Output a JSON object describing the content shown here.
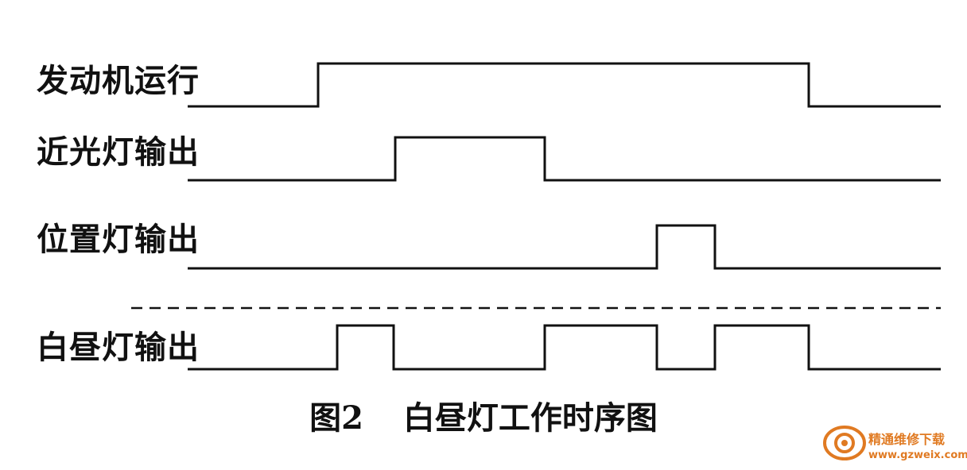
{
  "signals": [
    {
      "id": "engine",
      "label": "发动机运行",
      "edges": [
        400,
        1017
      ],
      "initial": 0
    },
    {
      "id": "low",
      "label": "近光灯输出",
      "edges": [
        497,
        685
      ],
      "initial": 0
    },
    {
      "id": "pos",
      "label": "位置灯输出",
      "edges": [
        826,
        899
      ],
      "initial": 0
    },
    {
      "id": "drl",
      "label": "白昼灯输出",
      "edges": [
        424,
        495,
        685,
        826,
        899,
        1017
      ],
      "initial": 0
    }
  ],
  "caption": {
    "figure_no": "图2",
    "title": "白昼灯工作时序图"
  },
  "watermark": {
    "name": "精通维修下载",
    "url": "www.gzweix.com"
  },
  "colors": {
    "line": "#111111",
    "watermark": "#e07a22"
  }
}
